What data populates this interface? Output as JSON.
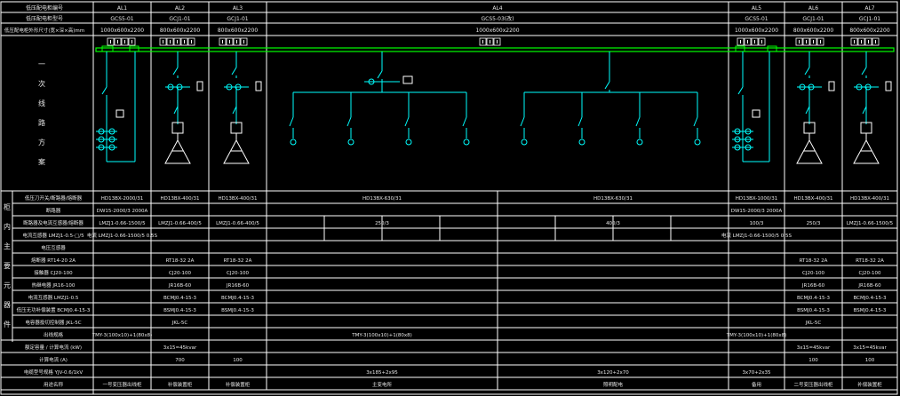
{
  "header": {
    "row1_label": "低压配电柜编号",
    "row2_label": "低压配电柜型号",
    "row3_label": "低压配电柜外形尺寸(宽×深×高)mm",
    "row1": [
      "AL1",
      "AL2",
      "AL3",
      "AL4",
      "AL5",
      "AL6",
      "AL7"
    ],
    "row2": [
      "GCS5-01",
      "GCJ1-01",
      "GCJ1-01",
      "GCS5-03(改)",
      "GCS5-01",
      "GCJ1-01",
      "GCJ1-01"
    ],
    "row3": [
      "1000x600x2200",
      "800x600x2200",
      "800x600x2200",
      "1000x600x2200",
      "1000x600x2200",
      "800x600x2200",
      "800x600x2200"
    ]
  },
  "scheme_label": [
    "一",
    "次",
    "线",
    "路",
    "方",
    "案"
  ],
  "main_label": [
    "柜",
    "内",
    "主",
    "要",
    "元",
    "器",
    "件"
  ],
  "rows": [
    {
      "label": "低压刀开关/断路器/熔断器",
      "cells": [
        "HD13BX-2000/31",
        "HD13BX-400/31",
        "HD13BX-400/31",
        "HD13BX-630/31",
        "HD13BX-630/31",
        "HD13BX-1000/31",
        "HD13BX-400/31",
        "HD13BX-400/31"
      ]
    },
    {
      "label": "断路器",
      "cells": [
        "DW15-2000/3 2000A",
        "",
        "",
        "",
        "",
        "DW15-2000/3 2000A",
        "",
        ""
      ]
    },
    {
      "label": "断路器及电流互感器/熔断器",
      "cells": [
        "LMZJ1-0.66-1500/5",
        "LMZJ1-0.66-400/5",
        "LMZJ1-0.66-400/5",
        "250/3",
        "400/3",
        "100/3",
        "250/3",
        "LMZJ1-0.66-1500/5"
      ]
    },
    {
      "label": "电流互感器 LMZJ1-0.5-□/5",
      "cells": [
        "电流 LMZJ1-0.66-1500/5 0.5S",
        "",
        "",
        "",
        "",
        "电流 LMZJ1-0.66-1500/5 0.5S",
        "",
        ""
      ]
    },
    {
      "label": "电压互感器",
      "cells": [
        "",
        "",
        "",
        "",
        "",
        "",
        "",
        ""
      ]
    },
    {
      "label": "熔断器 RT14-20 2A",
      "cells": [
        "",
        "RT18-32 2A",
        "RT18-32 2A",
        "",
        "",
        "",
        "RT18-32 2A",
        "RT18-32 2A"
      ]
    },
    {
      "label": "接触器 CJ20-100",
      "cells": [
        "",
        "CJ20-100",
        "CJ20-100",
        "",
        "",
        "",
        "CJ20-100",
        "CJ20-100"
      ]
    },
    {
      "label": "热继电器 JR16-100",
      "cells": [
        "",
        "JR16B-60",
        "JR16B-60",
        "",
        "",
        "",
        "JR16B-60",
        "JR16B-60"
      ]
    },
    {
      "label": "电流互感器 LMZJ1-0.5",
      "cells": [
        "",
        "BCMJ0.4-15-3",
        "BCMJ0.4-15-3",
        "",
        "",
        "",
        "BCMJ0.4-15-3",
        "BCMJ0.4-15-3"
      ]
    },
    {
      "label": "低压无功补偿装置 BCMJ0.4-15-3",
      "cells": [
        "",
        "BSMJ0.4-15-3",
        "BSMJ0.4-15-3",
        "",
        "",
        "",
        "BSMJ0.4-15-3",
        "BSMJ0.4-15-3"
      ]
    },
    {
      "label": "电容器投切控制器 JKL-5C",
      "cells": [
        "",
        "JKL-5C",
        "",
        "",
        "",
        "",
        "JKL-5C",
        ""
      ]
    },
    {
      "label": "出线规格",
      "cells": [
        "TMY-3(100x10)+1(80x8)",
        "",
        "",
        "TMY-3(100x10)+1(80x8)",
        "",
        "TMY-3(100x10)+1(80x8)",
        "",
        ""
      ]
    },
    {
      "label": "额定容量 / 计算电流 (kW)",
      "cells": [
        "",
        "3x15=45kvar",
        "",
        "",
        "",
        "",
        "3x15=45kvar",
        "3x15=45kvar"
      ]
    },
    {
      "label": "计算电流 (A)",
      "cells": [
        "",
        "700",
        "100",
        "",
        "",
        "",
        "100",
        "100"
      ]
    },
    {
      "label": "电缆型号规格 YJV-0.6/1kV",
      "cells": [
        "",
        "",
        "",
        "3x185+2x95",
        "3x120+2x70",
        "3x70+2x35",
        "",
        ""
      ]
    },
    {
      "label": "用途名称",
      "cells": [
        "一号变压器出线柜",
        "补偿装置柜",
        "补偿装置柜",
        "主变电所",
        "照明配电",
        "备用",
        "二号变压器出线柜",
        "补偿装置柜"
      ]
    }
  ],
  "colors": {
    "background": "#000000",
    "grid": "#ffffff",
    "busbar": "#00ff00",
    "circuit": "#00ffff",
    "text": "#e6e6e6"
  }
}
